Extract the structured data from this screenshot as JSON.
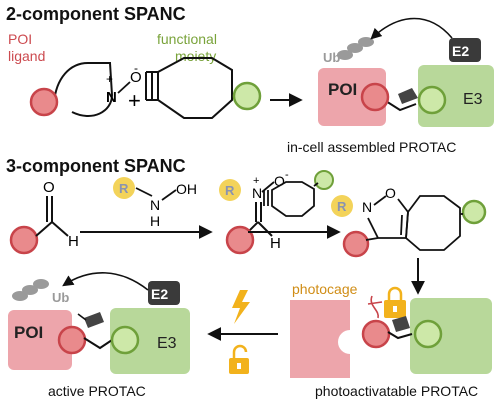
{
  "section1": {
    "heading": "2-component SPANC",
    "poi_ligand_line1": "POI",
    "poi_ligand_line2": "ligand",
    "functional_line1": "functional",
    "functional_line2": "moiety",
    "plus": "+",
    "nitrone_plus": "+",
    "nitrone_o": "O",
    "nitrone_n": "N",
    "ub": "Ub",
    "e2": "E2",
    "e3": "E3",
    "poi": "POI",
    "caption": "in-cell assembled PROTAC"
  },
  "section2": {
    "heading": "3-component SPANC",
    "r": "R",
    "n": "N",
    "h": "H",
    "oh": "OH",
    "o": "O",
    "nplus": "+",
    "h_ald": "H",
    "h_nitrone": "H",
    "photocage": "photocage",
    "ub": "Ub",
    "e2": "E2",
    "e3": "E3",
    "poi": "POI",
    "caption_left": "active PROTAC",
    "caption_right": "photoactivatable PROTAC"
  },
  "colors": {
    "red_circle": "#e98a8c",
    "red_stroke": "#c8444a",
    "green_circle": "#cde8a8",
    "green_stroke": "#6fa03a",
    "poi_box": "#eda5ab",
    "e3_box": "#b8d89a",
    "e2_box": "#3a3a3a",
    "r_badge": "#f3d35a",
    "lightning": "#f2b21c"
  }
}
